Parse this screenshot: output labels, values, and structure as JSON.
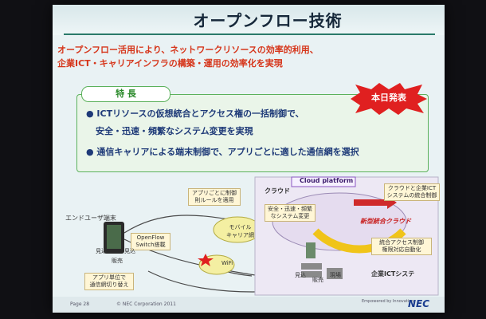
{
  "slide": {
    "title": "オープンフロー技術",
    "lead_line1": "オープンフロー活用により、ネットワークリソースの効率的利用、",
    "lead_line2": "企業ICT・キャリアインフラの構築・運用の効率化を実現",
    "features_label": "特 長",
    "badge": "本日発表",
    "bullets": [
      "● ICTリソースの仮想統合とアクセス権の一括制御で、",
      "安全・迅速・頻繁なシステム変更を実現",
      "● 通信キャリアによる端末制御で、アプリごとに適した通信網を選択"
    ],
    "diagram": {
      "end_user": "エンドユーザ端末",
      "openflow_switch": "OpenFlow\nSwitch搭載",
      "per_app": "アプリ単位で\n通信網切り替え",
      "policy": "アプリごとに制御\n則ルールを適用",
      "mobile": "モバイル\nキャリア網",
      "wifi": "WiFi",
      "cloud_platform": "Cloud platform",
      "cloud": "クラウド",
      "cloud_enterprise": "クラウドと企業ICT\nシステムの統合制御",
      "safe_change": "安全・迅速・頻繁\nなシステム変更",
      "new_cloud": "新型統合クラウド",
      "unified_access": "統合アクセス制御\n権限対応自動化",
      "enterprise_ict": "企業ICTシステ",
      "tags": [
        "見込",
        "販売",
        "見込",
        "現場"
      ],
      "small1": "見込",
      "small2": "販売",
      "small3": "現場"
    },
    "footer": {
      "page": "Page 28",
      "copyright": "© NEC Corporation 2011",
      "tagline": "Empowered by Innovation",
      "logo": "NEC"
    }
  }
}
